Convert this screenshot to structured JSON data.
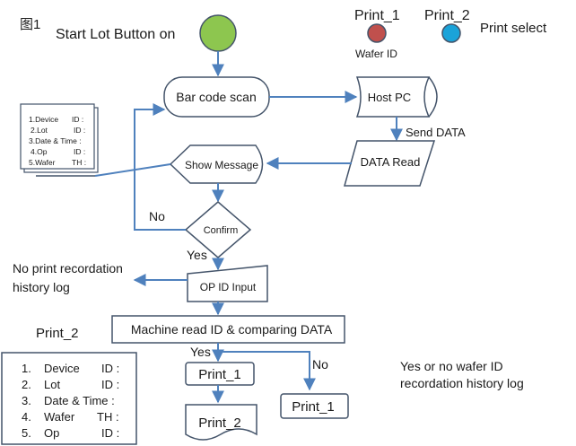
{
  "header": {
    "figure_label": "图1",
    "start_label": "Start Lot Button on"
  },
  "legend": {
    "print1_label": "Print_1",
    "print2_label": "Print_2",
    "wafer_id_label": "Wafer ID",
    "print_select_label": "Print select",
    "colors": {
      "start": "#8dc64f",
      "print1": "#c0504d",
      "print2": "#1aa3d9",
      "line": "#4f81bd",
      "stroke": "#44546a"
    }
  },
  "info_card": {
    "items": [
      {
        "num": "1.Device",
        "sep": "ID :"
      },
      {
        "num": "2.Lot",
        "sep": "ID :"
      },
      {
        "num": "3.Date & Time :",
        "sep": ""
      },
      {
        "num": "4.Op",
        "sep": "ID :"
      },
      {
        "num": "5.Wafer",
        "sep": "TH :"
      }
    ]
  },
  "nodes": {
    "barcode_scan": "Bar code scan",
    "host_pc": "Host PC",
    "send_data": "Send DATA",
    "data_read": "DATA Read",
    "show_message": "Show Message",
    "confirm": "Confirm",
    "no_label": "No",
    "yes_label": "Yes",
    "no_print_log": "No print recordation history log",
    "no_print_log_line1": "No print recordation",
    "no_print_log_line2": "history log",
    "op_id_input": "OP ID Input",
    "print2_title": "Print_2",
    "machine_read": "Machine read ID & comparing DATA",
    "yes2_label": "Yes",
    "no2_label": "No",
    "print1_box": "Print_1",
    "print2_doc": "Print_2",
    "print1_right": "Print_1",
    "wafer_log_line1": "Yes or no wafer ID",
    "wafer_log_line2": "recordation history log"
  },
  "print2_box": {
    "items": [
      {
        "num": "1.",
        "name": "Device",
        "sep": "ID :"
      },
      {
        "num": "2.",
        "name": "Lot",
        "sep": "ID :"
      },
      {
        "num": "3.",
        "name": "Date & Time :",
        "sep": ""
      },
      {
        "num": "4.",
        "name": "Wafer",
        "sep": "TH :"
      },
      {
        "num": "5.",
        "name": "Op",
        "sep": "ID :"
      }
    ]
  }
}
